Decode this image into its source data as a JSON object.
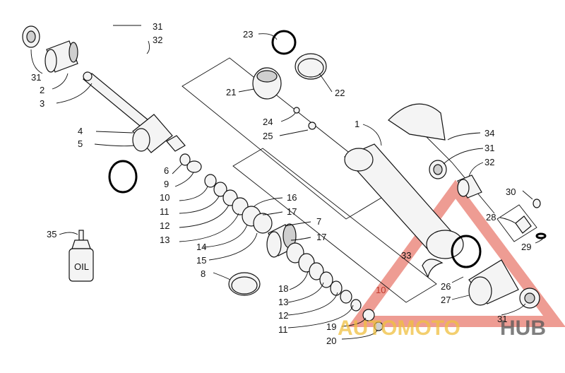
{
  "labels": {
    "l1": "1",
    "l2": "2",
    "l3": "3",
    "l4": "4",
    "l5": "5",
    "l6": "6",
    "l7": "7",
    "l8": "8",
    "l9": "9",
    "l10a": "10",
    "l10b": "10",
    "l11a": "11",
    "l11b": "11",
    "l12a": "12",
    "l12b": "12",
    "l13a": "13",
    "l13b": "13",
    "l14": "14",
    "l15": "15",
    "l16": "16",
    "l17a": "17",
    "l17b": "17",
    "l18": "18",
    "l19": "19",
    "l20": "20",
    "l21": "21",
    "l22": "22",
    "l23": "23",
    "l24": "24",
    "l25": "25",
    "l26": "26",
    "l27": "27",
    "l28": "28",
    "l29": "29",
    "l30": "30",
    "l31a": "31",
    "l31b": "31",
    "l31c": "31",
    "l31d": "31",
    "l32a": "32",
    "l32b": "32",
    "l33": "33",
    "l34": "34",
    "l35": "35"
  },
  "oil_bottle_text": "OIL",
  "watermark": {
    "part1": "AUTOMOTO",
    "part2": "HUB"
  },
  "colors": {
    "watermark_red": "#e04a3a",
    "watermark_gold": "#f0c040",
    "watermark_gray": "#555555"
  }
}
